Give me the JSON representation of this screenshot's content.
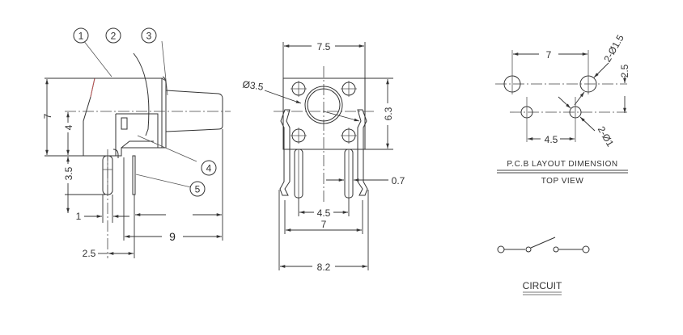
{
  "side_view": {
    "callouts": [
      "1",
      "2",
      "3",
      "4",
      "5"
    ],
    "dims": {
      "height_total": "7",
      "center_height": "4",
      "pin_length": "3.5",
      "pin_width": "1",
      "depth": "9",
      "pin_offset": "2.5"
    }
  },
  "front_view": {
    "dims": {
      "body_width": "7.5",
      "button_diameter": "Ø3.5",
      "body_height": "6.3",
      "pin_thickness": "0.7",
      "inner_pin_spacing": "4.5",
      "outer_pin_spacing": "7",
      "overall_width": "8.2"
    }
  },
  "pcb_layout": {
    "dims": {
      "large_hole_spacing": "7",
      "large_hole_dia": "2-Ø1.5",
      "row_offset": "2.5",
      "small_hole_spacing": "4.5",
      "small_hole_dia": "2-Ø1"
    },
    "title": "P.C.B  LAYOUT  DIMENSION",
    "subtitle": "TOP  VIEW"
  },
  "circuit": {
    "title": "CIRCUIT"
  }
}
